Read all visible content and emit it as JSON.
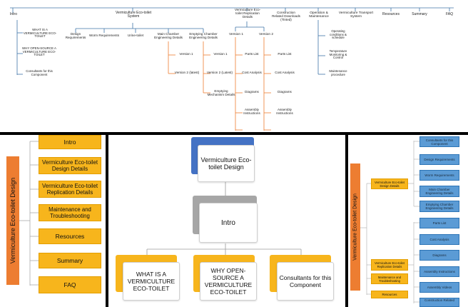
{
  "top_tree": {
    "header_items": [
      "Intro",
      "Vermiculture Eco-toilet System",
      "Vermiculture Eco-toilet Replication Details",
      "Construction Related Downloads (Tinted)",
      "Operation & Maintenance",
      "Vermiculture Transport System",
      "Resources",
      "Summary",
      "FAQ"
    ],
    "intro_children": [
      "WHAT IS A VERMICULTURE ECO-TOILET",
      "WHY OPEN-SOURCE A VERMICULTURE ECO-TOILET",
      "Consultants for this Component"
    ],
    "system_children": [
      "Design Requirements",
      "Worm Requirements",
      "Urine-toilet",
      "Main Chamber Engineering Details",
      "Emptying Chamber Engineering Details"
    ],
    "main_chamber_children": [
      "Version 1",
      "Version 2 (latest)"
    ],
    "emptying_children": [
      "Version 1",
      "Version 2 (Latest)",
      "Emptying Mechanism Details"
    ],
    "versions": [
      "Version 1",
      "Version 2"
    ],
    "v1_children": [
      "Parts List",
      "Cost Analysis",
      "Diagrams",
      "Assembly Instructions"
    ],
    "v2_children": [
      "Parts List",
      "Cost Analysis",
      "Diagrams",
      "Assembly Instructions"
    ],
    "om_children": [
      "Operating conditions & schedule",
      "Temperature Monitoring & Control",
      "Maintenance procedure"
    ]
  },
  "left_panel": {
    "title": "Vermiculture Eco-toilet Design",
    "items": [
      "Intro",
      "Vermiculture Eco-toilet Design Details",
      "Vermiculture Eco-toilet Replication Details",
      "Maintenance and Troubleshooting",
      "Resources",
      "Summary",
      "FAQ"
    ]
  },
  "middle_panel": {
    "root": "Vermiculture Eco-toilet Design",
    "intro": "Intro",
    "children": [
      "WHAT IS A VERMICULTURE ECO-TOILET",
      "WHY OPEN-SOURCE A VERMICULTURE ECO-TOILET",
      "Consultants for this Component"
    ]
  },
  "right_panel": {
    "title": "Vermiculture Eco-toilet Design",
    "orange_items": [
      "Vermiculture Eco-toilet Design Details",
      "Vermiculture Eco-toilet Replication Details",
      "Maintenance and Troubleshooting",
      "Resources"
    ],
    "blue_design": [
      "Consultants for this Component",
      "Design Requirements",
      "Worm Requirements",
      "Main Chamber Engineering Details",
      "Emptying Chamber Engineering Details"
    ],
    "blue_replication": [
      "Parts List",
      "Cost Analysis",
      "Diagrams",
      "Assembly Instructions",
      "Assembly Videos",
      "Construction Related"
    ]
  },
  "colors": {
    "blue": "#5b9bd5",
    "orange": "#f7b51c",
    "title_orange": "#ed7d31",
    "dark_blue": "#4472c4"
  }
}
